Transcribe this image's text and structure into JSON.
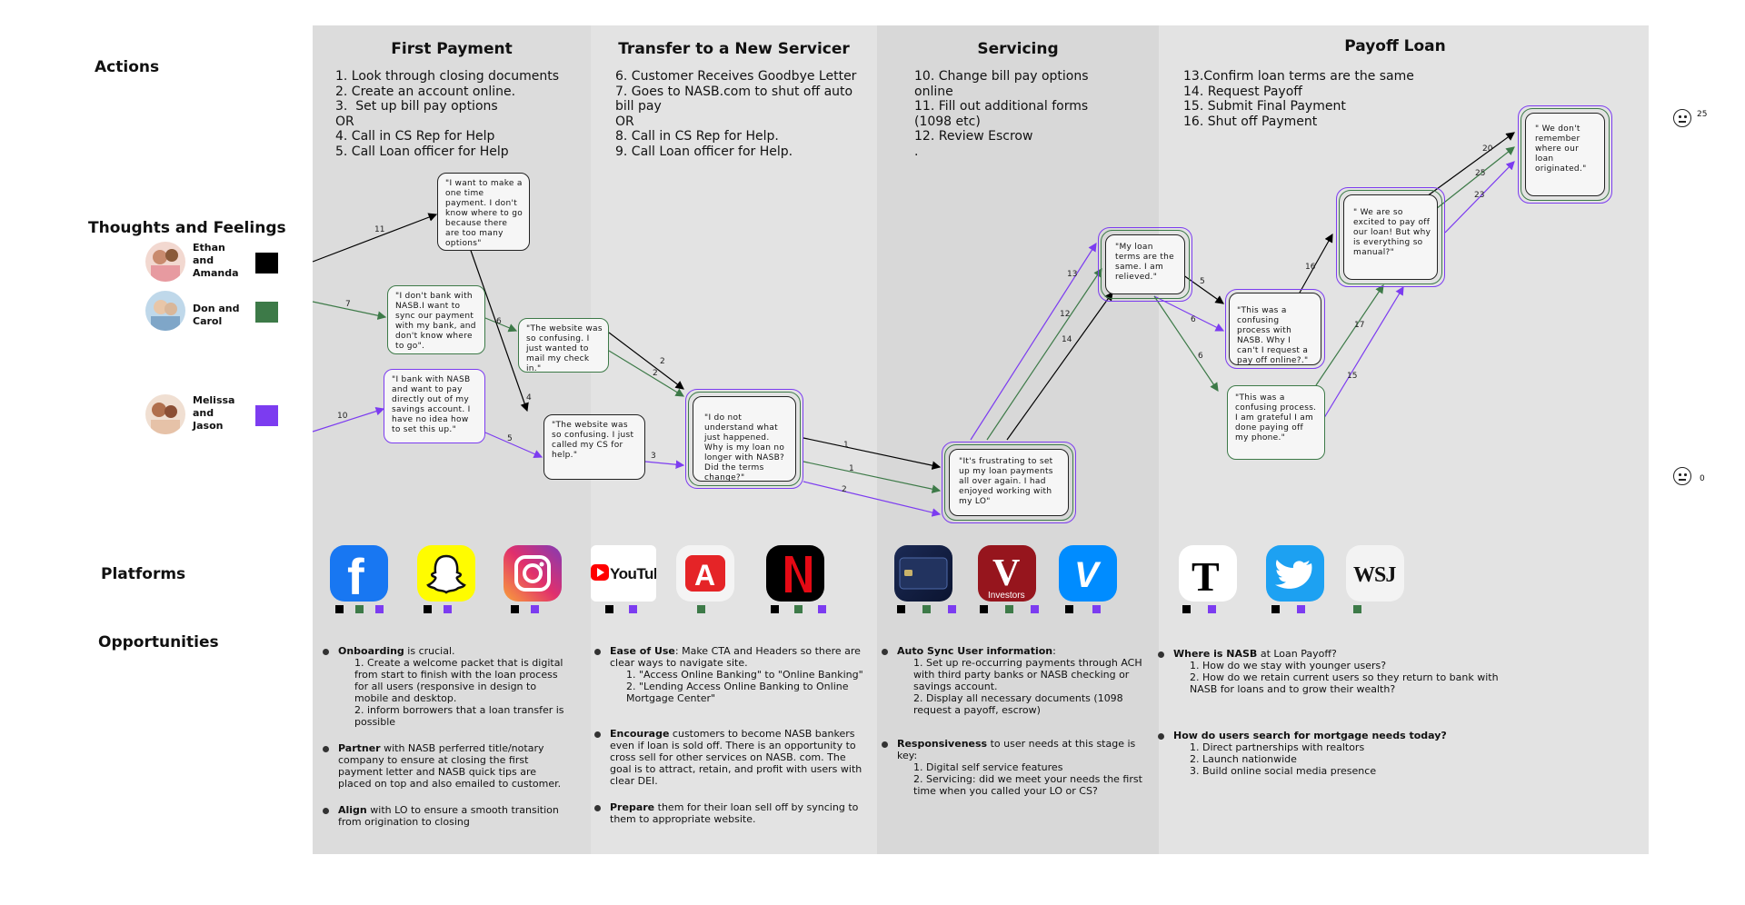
{
  "rows": {
    "actions": "Actions",
    "thoughts": "Thoughts and Feelings",
    "platforms": "Platforms",
    "opportunities": "Opportunities"
  },
  "stages": [
    {
      "title": "First Payment",
      "actions": "1. Look through closing documents\n2. Create an account online.\n3.  Set up bill pay options\nOR\n4. Call in CS Rep for Help\n5. Call Loan officer for Help"
    },
    {
      "title": "Transfer to a New Servicer",
      "actions": "6. Customer Receives Goodbye Letter\n7. Goes to NASB.com to shut off auto\nbill pay\nOR\n8. Call in CS Rep for Help.\n9. Call Loan officer for Help."
    },
    {
      "title": "Servicing",
      "actions": "10. Change bill pay options\nonline\n11. Fill out additional forms\n(1098 etc)\n12. Review Escrow\n."
    },
    {
      "title": "Payoff Loan",
      "actions": "13.Confirm loan terms are the same\n14. Request Payoff\n15. Submit Final Payment\n16. Shut off Payment"
    }
  ],
  "personas": [
    {
      "line1": "Ethan",
      "line2": "and",
      "line3": "Amanda",
      "color": "#000000"
    },
    {
      "line1": "Don and",
      "line2": "Carol",
      "line3": "",
      "color": "#3d7a48"
    },
    {
      "line1": "Melissa",
      "line2": "and",
      "line3": "Jason",
      "color": "#7c3cf0"
    }
  ],
  "thoughts": [
    {
      "id": "t1",
      "text": "\"I want to make a one time payment. I don't know where to go because there are too many options\""
    },
    {
      "id": "t2",
      "text": "\"I don't bank with NASB.I want to sync our payment with my bank, and don't know where to go\"."
    },
    {
      "id": "t3",
      "text": "\"I bank with NASB and want to pay directly out of my savings account. I have no idea how to set this up.\""
    },
    {
      "id": "t4",
      "text": "\"The website was so confusing. I just wanted to mail my check in.\""
    },
    {
      "id": "t5",
      "text": "\"The website was so confusing. I just called my CS for help.\""
    },
    {
      "id": "t6",
      "text": "\"I do not understand what just happened. Why is my loan no longer with NASB? Did the terms change?\""
    },
    {
      "id": "t7",
      "text": "\"It's frustrating to set up my loan payments all over again. I had enjoyed working with my LO\""
    },
    {
      "id": "t8",
      "text": "\"My loan terms are the same. I am relieved.\""
    },
    {
      "id": "t9",
      "text": "\"This was a confusing process with NASB. Why I can't I request a pay off online?.\""
    },
    {
      "id": "t10",
      "text": "\"This was a confusing process. I am grateful I am done paying off my phone.\""
    },
    {
      "id": "t11",
      "text": "\" We are so excited to pay off our loan! But why is everything so manual?\""
    },
    {
      "id": "t12",
      "text": "\" We don't remember where our loan originated.\""
    }
  ],
  "flow_labels": [
    "11",
    "7",
    "10",
    "6",
    "4",
    "5",
    "2",
    "2",
    "3",
    "1",
    "1",
    "2",
    "13",
    "12",
    "14",
    "5",
    "6",
    "6",
    "16",
    "17",
    "15",
    "20",
    "25",
    "23"
  ],
  "sentiment": {
    "top": "25",
    "bottom": "0"
  },
  "platforms": [
    {
      "name": "facebook-icon",
      "label": "f"
    },
    {
      "name": "snapchat-icon",
      "label": ""
    },
    {
      "name": "instagram-icon",
      "label": ""
    },
    {
      "name": "youtube-icon",
      "label": "YouTube"
    },
    {
      "name": "autotrader-icon",
      "label": "A"
    },
    {
      "name": "netflix-icon",
      "label": "N"
    },
    {
      "name": "card-app-icon",
      "label": ""
    },
    {
      "name": "vanguard-icon",
      "label": "V"
    },
    {
      "name": "venmo-icon",
      "label": "V"
    },
    {
      "name": "nyt-icon",
      "label": "T"
    },
    {
      "name": "twitter-icon",
      "label": ""
    },
    {
      "name": "wsj-icon",
      "label": "WSJ"
    }
  ],
  "vanguard_sub": "Investors",
  "opportunities": [
    [
      {
        "head": "Onboarding",
        "rest": " is crucial.",
        "items": [
          "1. Create a welcome packet that is digital from start to finish with the loan process for all users (responsive in design to mobile and desktop.",
          "2.  inform borrowers that a loan transfer is possible"
        ]
      },
      {
        "head": "Partner",
        "rest": " with NASB perferred title/notary company to ensure at closing the first payment letter and NASB quick tips are placed on top and also emailed to customer.",
        "items": []
      },
      {
        "head": "Align",
        "rest": " with LO to ensure a smooth transition from origination to closing",
        "items": []
      }
    ],
    [
      {
        "head": "Ease of Use",
        "rest": ": Make CTA and Headers so there are clear ways to navigate site.",
        "items": [
          "1. \"Access Online Banking\" to \"Online Banking\"",
          "2. \"Lending Access Online Banking to Online Mortgage Center\""
        ]
      },
      {
        "head": "Encourage",
        "rest": " customers to become NASB bankers even if loan is sold off. There is an opportunity to cross sell for other services on NASB. com. The goal is to attract, retain, and profit with users with clear DEI.",
        "items": []
      },
      {
        "head": "Prepare",
        "rest": " them for their loan sell off by syncing to them to appropriate website.",
        "items": []
      }
    ],
    [
      {
        "head": "Auto Sync User information",
        "rest": ":",
        "items": [
          "1. Set up re-occurring payments through ACH with third party banks or NASB checking or savings account.",
          "2. Display all necessary documents (1098 request a payoff, escrow)"
        ]
      },
      {
        "head": "Responsiveness",
        "rest": " to user needs at this stage is key:",
        "items": [
          "1. Digital self service features",
          "2. Servicing: did we meet your needs the first time when you called your LO or CS?"
        ]
      }
    ],
    [
      {
        "head": "Where is NASB",
        "rest": " at Loan Payoff?",
        "items": [
          "1. How do we stay with younger users?",
          "2. How do we retain current users so they return to bank with NASB for loans and to grow their wealth?"
        ]
      },
      {
        "head": "How do users search for mortgage needs today?",
        "rest": "",
        "items": [
          "1. Direct partnerships with realtors",
          "2. Launch nationwide",
          "3. Build online social media presence"
        ]
      }
    ]
  ]
}
